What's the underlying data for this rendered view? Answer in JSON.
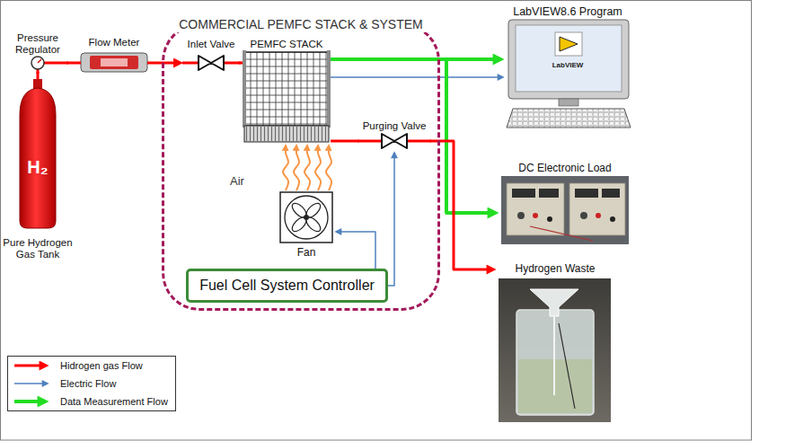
{
  "diagram": {
    "nodes": [
      {
        "text": [
          "COMMERCIAL PEMFC STACK & SYSTEM"
        ]
      },
      {
        "text": [
          "Pressure Regulator"
        ]
      },
      {
        "text": [
          "Flow Meter"
        ]
      },
      {
        "text": [
          "Inlet Valve"
        ],
        "in": 0
      },
      {
        "text": [
          "PEMFC STACK"
        ],
        "in": 0
      },
      {
        "text": [
          "Purging Valve"
        ],
        "in": 0
      },
      {
        "text": [
          "Fan"
        ],
        "in": 0
      },
      {
        "text": [
          "Fuel Cell System Controller"
        ],
        "in": 0
      },
      {
        "text": [
          "H₂",
          "Pure Hydrogen Gas Tank"
        ]
      },
      {
        "text": [
          "LabVIEW8.6 Program",
          "LabVIEW"
        ]
      },
      {
        "text": [
          "DC Electronic Load"
        ]
      },
      {
        "text": [
          "Hydrogen Waste"
        ]
      }
    ],
    "edges": [
      {
        "from": 8,
        "to": 1,
        "arrow": "none"
      },
      {
        "from": 1,
        "to": 2,
        "arrow": "none"
      },
      {
        "from": 2,
        "to": 3,
        "arrow": "to"
      },
      {
        "from": 3,
        "to": 4,
        "arrow": "none"
      },
      {
        "from": 4,
        "to": 9,
        "arrow": "to"
      },
      {
        "from": 4,
        "to": 9,
        "arrow": "to"
      },
      {
        "from": 4,
        "to": 10,
        "arrow": "to"
      },
      {
        "from": 4,
        "to": 5,
        "arrow": "none"
      },
      {
        "from": 5,
        "to": 11,
        "arrow": "to"
      },
      {
        "from": 6,
        "to": 4,
        "arrow": "to"
      },
      {
        "from": 7,
        "to": 6,
        "arrow": "to"
      },
      {
        "from": 7,
        "to": 5,
        "arrow": "to"
      }
    ],
    "labels": [
      "Air"
    ],
    "legend": [
      {
        "text": "Hidrogen gas Flow"
      },
      {
        "text": "Electric Flow"
      },
      {
        "text": "Data Measurement Flow"
      }
    ]
  }
}
